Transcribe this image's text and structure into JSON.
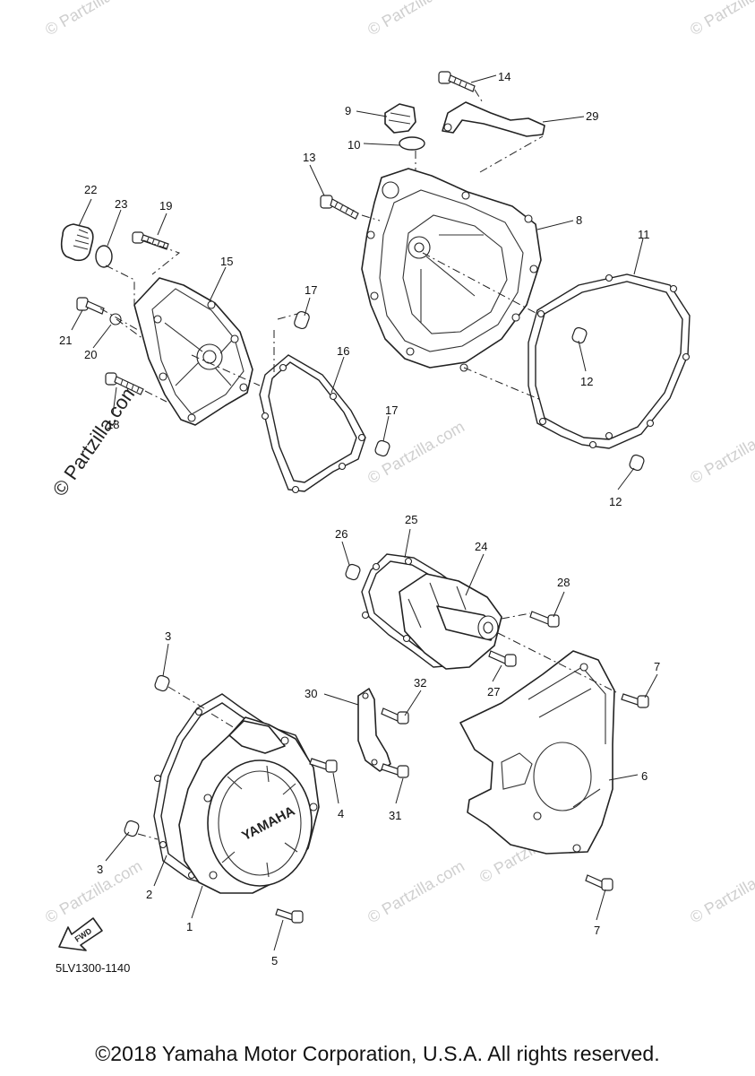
{
  "diagram": {
    "code": "5LV1300-1140",
    "copyright": "©2018 Yamaha Motor Corporation, U.S.A. All rights reserved.",
    "watermark": "© Partzilla.com",
    "watermark_main": "© Partzilla.com",
    "fwd_label": "FWD",
    "cover_logo": "YAMAHA"
  },
  "callouts": [
    {
      "id": "c1",
      "label": "1"
    },
    {
      "id": "c2",
      "label": "2"
    },
    {
      "id": "c3a",
      "label": "3"
    },
    {
      "id": "c3b",
      "label": "3"
    },
    {
      "id": "c4",
      "label": "4"
    },
    {
      "id": "c5",
      "label": "5"
    },
    {
      "id": "c6",
      "label": "6"
    },
    {
      "id": "c7a",
      "label": "7"
    },
    {
      "id": "c7b",
      "label": "7"
    },
    {
      "id": "c8",
      "label": "8"
    },
    {
      "id": "c9",
      "label": "9"
    },
    {
      "id": "c10",
      "label": "10"
    },
    {
      "id": "c11",
      "label": "11"
    },
    {
      "id": "c12a",
      "label": "12"
    },
    {
      "id": "c12b",
      "label": "12"
    },
    {
      "id": "c13",
      "label": "13"
    },
    {
      "id": "c14",
      "label": "14"
    },
    {
      "id": "c15",
      "label": "15"
    },
    {
      "id": "c16",
      "label": "16"
    },
    {
      "id": "c17a",
      "label": "17"
    },
    {
      "id": "c17b",
      "label": "17"
    },
    {
      "id": "c18",
      "label": "18"
    },
    {
      "id": "c19",
      "label": "19"
    },
    {
      "id": "c20",
      "label": "20"
    },
    {
      "id": "c21",
      "label": "21"
    },
    {
      "id": "c22",
      "label": "22"
    },
    {
      "id": "c23",
      "label": "23"
    },
    {
      "id": "c24",
      "label": "24"
    },
    {
      "id": "c25",
      "label": "25"
    },
    {
      "id": "c26",
      "label": "26"
    },
    {
      "id": "c27",
      "label": "27"
    },
    {
      "id": "c28",
      "label": "28"
    },
    {
      "id": "c29",
      "label": "29"
    },
    {
      "id": "c30",
      "label": "30"
    },
    {
      "id": "c31",
      "label": "31"
    },
    {
      "id": "c32",
      "label": "32"
    }
  ]
}
